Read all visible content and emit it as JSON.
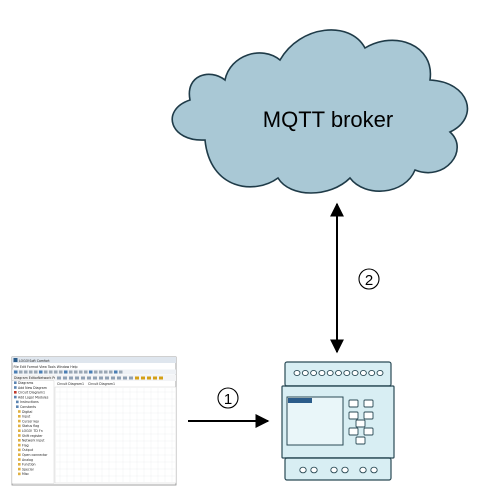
{
  "cloud": {
    "label": "MQTT broker",
    "fill": "#a9c8d5",
    "stroke": "#1f3b48"
  },
  "steps": [
    {
      "number": "1"
    },
    {
      "number": "2"
    }
  ],
  "plc": {
    "fill": "#d8eef3",
    "stroke": "#2a4a55",
    "screen_accent": "#2b5c8a"
  },
  "software": {
    "window_title": "LOGO!Soft Comfort",
    "menu": "File  Edit  Format  View  Tools  Window  Help",
    "tabs": [
      "Diagram Editor",
      "Network Project"
    ],
    "doc_tabs": [
      "Circuit Diagram1",
      "Circuit Diagram1"
    ],
    "tree": [
      "Diagrams",
      "Add New Diagram",
      "Circuit Diagram1",
      "Add Logo! Modules",
      "Instructions",
      "Constants",
      "Digital",
      "Input",
      "Cursor key",
      "Status flag",
      "LOGO! TD Fn",
      "Shift register",
      "Network input",
      "Flag",
      "Output",
      "Open connector",
      "Analog",
      "Function",
      "Special",
      "Misc"
    ]
  }
}
